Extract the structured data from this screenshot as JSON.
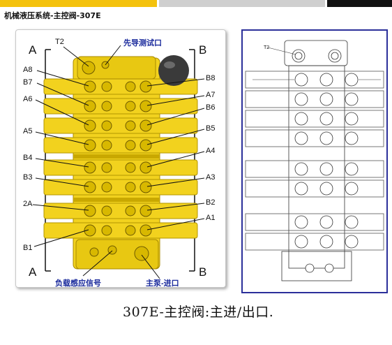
{
  "title": "机械液压系统-主控阀-307E",
  "left_diagram": {
    "section_left": "A",
    "section_right": "B",
    "section_left_bottom": "A",
    "section_right_bottom": "B",
    "labels": {
      "T2": "T2",
      "pilot": "先导测试口",
      "A8": "A8",
      "B7": "B7",
      "A6": "A6",
      "A5": "A5",
      "B4": "B4",
      "B3": "B3",
      "2A": "2A",
      "B1": "B1",
      "B8": "B8",
      "A7": "A7",
      "B6": "B6",
      "B5": "B5",
      "A4": "A4",
      "A3": "A3",
      "B2": "B2",
      "A1": "A1",
      "load": "负载感应信号",
      "pump": "主泵-进口"
    }
  },
  "right_diagram": {
    "label_T2": "T2"
  },
  "caption": "307E-主控阀:主进/出口.",
  "colors": {
    "valve": "#f2d21e",
    "valve_shade": "#c9a800",
    "label_blue": "#1a2a9c",
    "frame_blue": "#2b2f9a",
    "accent_yellow": "#f4c20d"
  }
}
